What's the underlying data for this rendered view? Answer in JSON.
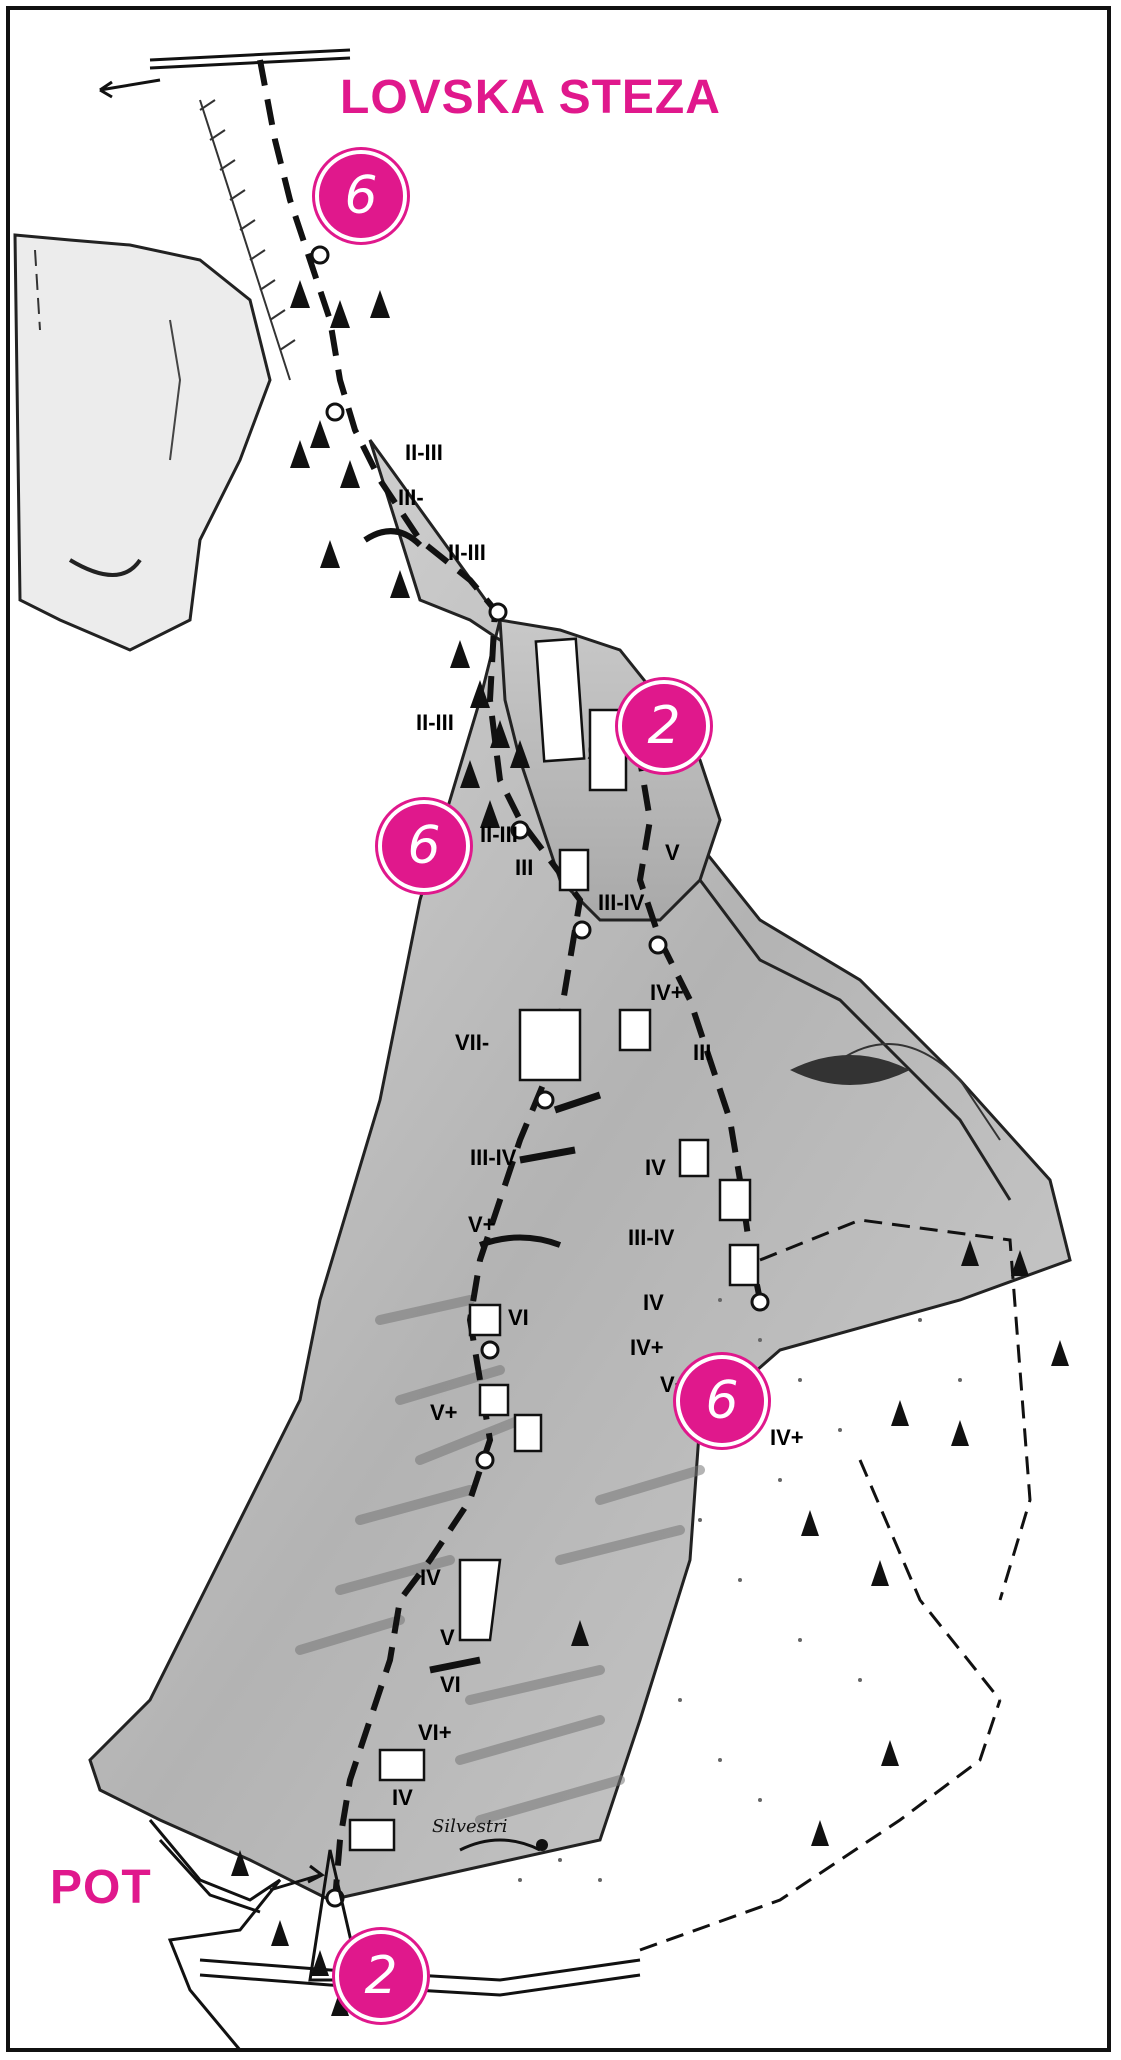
{
  "map": {
    "labels": {
      "lovska_steza": "LOVSKA STEZA",
      "pot": "POT"
    },
    "route_markers": [
      {
        "id": "top",
        "value": "6"
      },
      {
        "id": "upper-ledge",
        "value": "2"
      },
      {
        "id": "mid-left",
        "value": "6"
      },
      {
        "id": "right-entry",
        "value": "6"
      },
      {
        "id": "bottom-start",
        "value": "2"
      }
    ],
    "grades": [
      "II-III",
      "III-",
      "II-III",
      "II-III",
      "II-III",
      "III",
      "V",
      "III-IV",
      "IV+",
      "VII-",
      "III",
      "III-IV",
      "IV",
      "V+",
      "III-IV",
      "VI",
      "IV",
      "IV+",
      "V+",
      "V+",
      "IV+",
      "IV",
      "V",
      "VI",
      "VI+",
      "IV"
    ],
    "signature": "Silvestri",
    "colors": {
      "accent": "#e0188c",
      "ink": "#111111",
      "paper": "#ffffff",
      "shading": "#8a8a8a"
    }
  }
}
